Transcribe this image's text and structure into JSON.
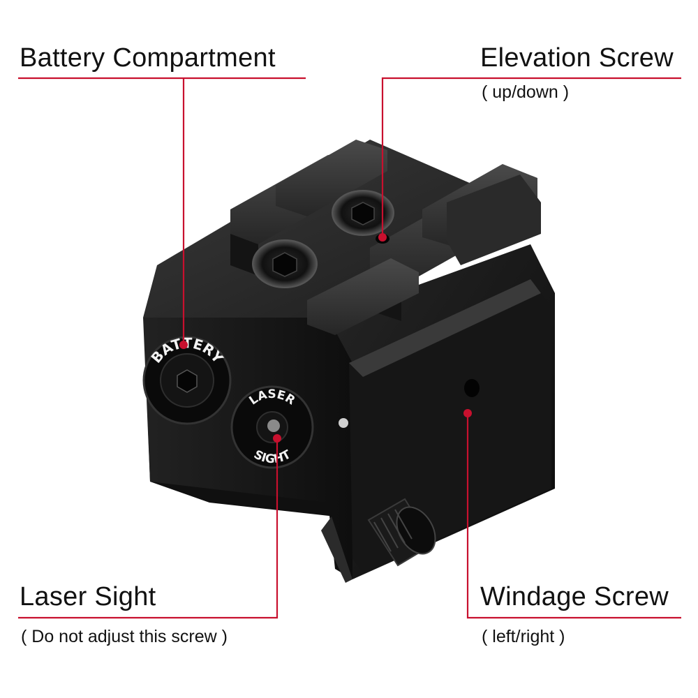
{
  "callouts": {
    "battery": {
      "label": "Battery Compartment"
    },
    "elevation": {
      "label": "Elevation Screw",
      "sub": "( up/down )"
    },
    "laser": {
      "label": "Laser Sight",
      "sub": "( Do not adjust this screw )"
    },
    "windage": {
      "label": "Windage Screw",
      "sub": "( left/right )"
    }
  },
  "product_markings": {
    "battery_cap": "BATTERY",
    "laser_cap_top": "LASER",
    "laser_cap_bottom": "SIGHT"
  },
  "colors": {
    "leader": "#c8102e",
    "body": "#151515",
    "text": "#111111"
  },
  "icons": [
    "hex-socket-icon",
    "knurled-knob-icon"
  ]
}
